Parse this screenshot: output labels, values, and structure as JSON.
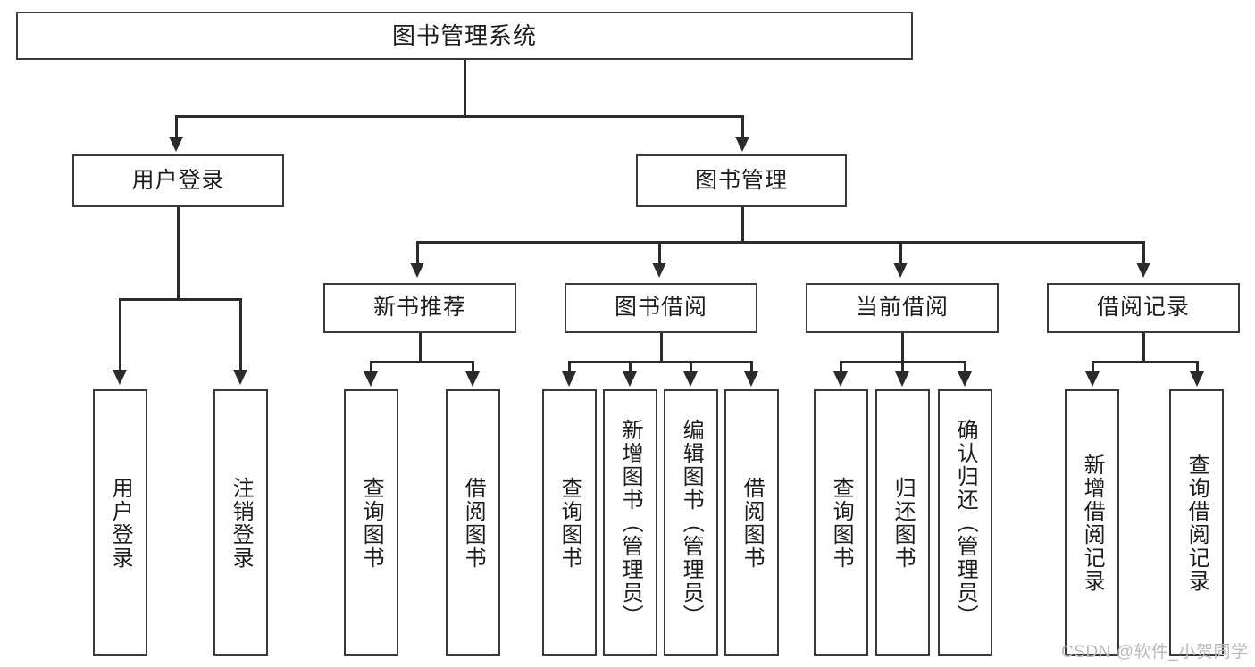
{
  "diagram": {
    "title": "图书管理系统",
    "watermark": "CSDN @软件_小贺同学",
    "colors": {
      "box_border": "#3a3a3a",
      "connector": "#2b2b2b",
      "text": "#1d1d1d",
      "background": "#ffffff",
      "watermark": "#b9b9b9"
    },
    "root": {
      "label": "图书管理系统"
    },
    "level2": [
      {
        "label": "用户登录"
      },
      {
        "label": "图书管理"
      }
    ],
    "level3": [
      {
        "label": "新书推荐"
      },
      {
        "label": "图书借阅"
      },
      {
        "label": "当前借阅"
      },
      {
        "label": "借阅记录"
      }
    ],
    "leaves": {
      "user_login": [
        {
          "label": "用户登录"
        },
        {
          "label": "注销登录"
        }
      ],
      "new_book_recommend": [
        {
          "label": "查询图书"
        },
        {
          "label": "借阅图书"
        }
      ],
      "book_borrow": [
        {
          "label": "查询图书"
        },
        {
          "label": "新增图书（管理员）"
        },
        {
          "label": "编辑图书（管理员）"
        },
        {
          "label": "借阅图书"
        }
      ],
      "current_borrow": [
        {
          "label": "查询图书"
        },
        {
          "label": "归还图书"
        },
        {
          "label": "确认归还（管理员）"
        }
      ],
      "borrow_record": [
        {
          "label": "新增借阅记录"
        },
        {
          "label": "查询借阅记录"
        }
      ]
    }
  }
}
